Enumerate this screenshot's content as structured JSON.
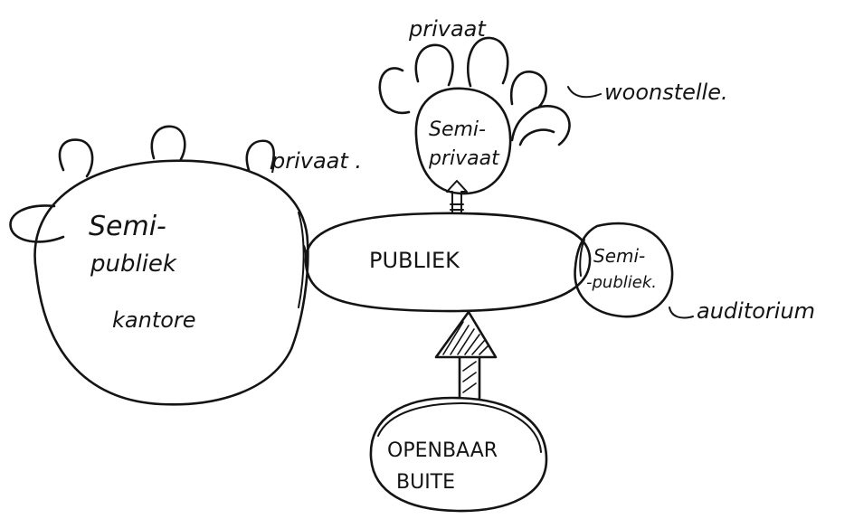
{
  "diagram": {
    "nodes": {
      "semi_publiek_left": {
        "line1": "Semi-",
        "line2": "publiek",
        "sub": "kantore"
      },
      "publiek": {
        "label": "PUBLIEK"
      },
      "semi_privaat": {
        "line1": "Semi-",
        "line2": "privaat"
      },
      "semi_publiek_right": {
        "line1": "Semi-",
        "line2": "-publiek."
      },
      "openbaar": {
        "line1": "OPENBAAR",
        "line2": "BUITE"
      }
    },
    "annotations": {
      "privaat_left": "privaat .",
      "privaat_top": "privaat",
      "wooneenhede": "woonstelle.",
      "auditorium": "auditorium"
    }
  }
}
